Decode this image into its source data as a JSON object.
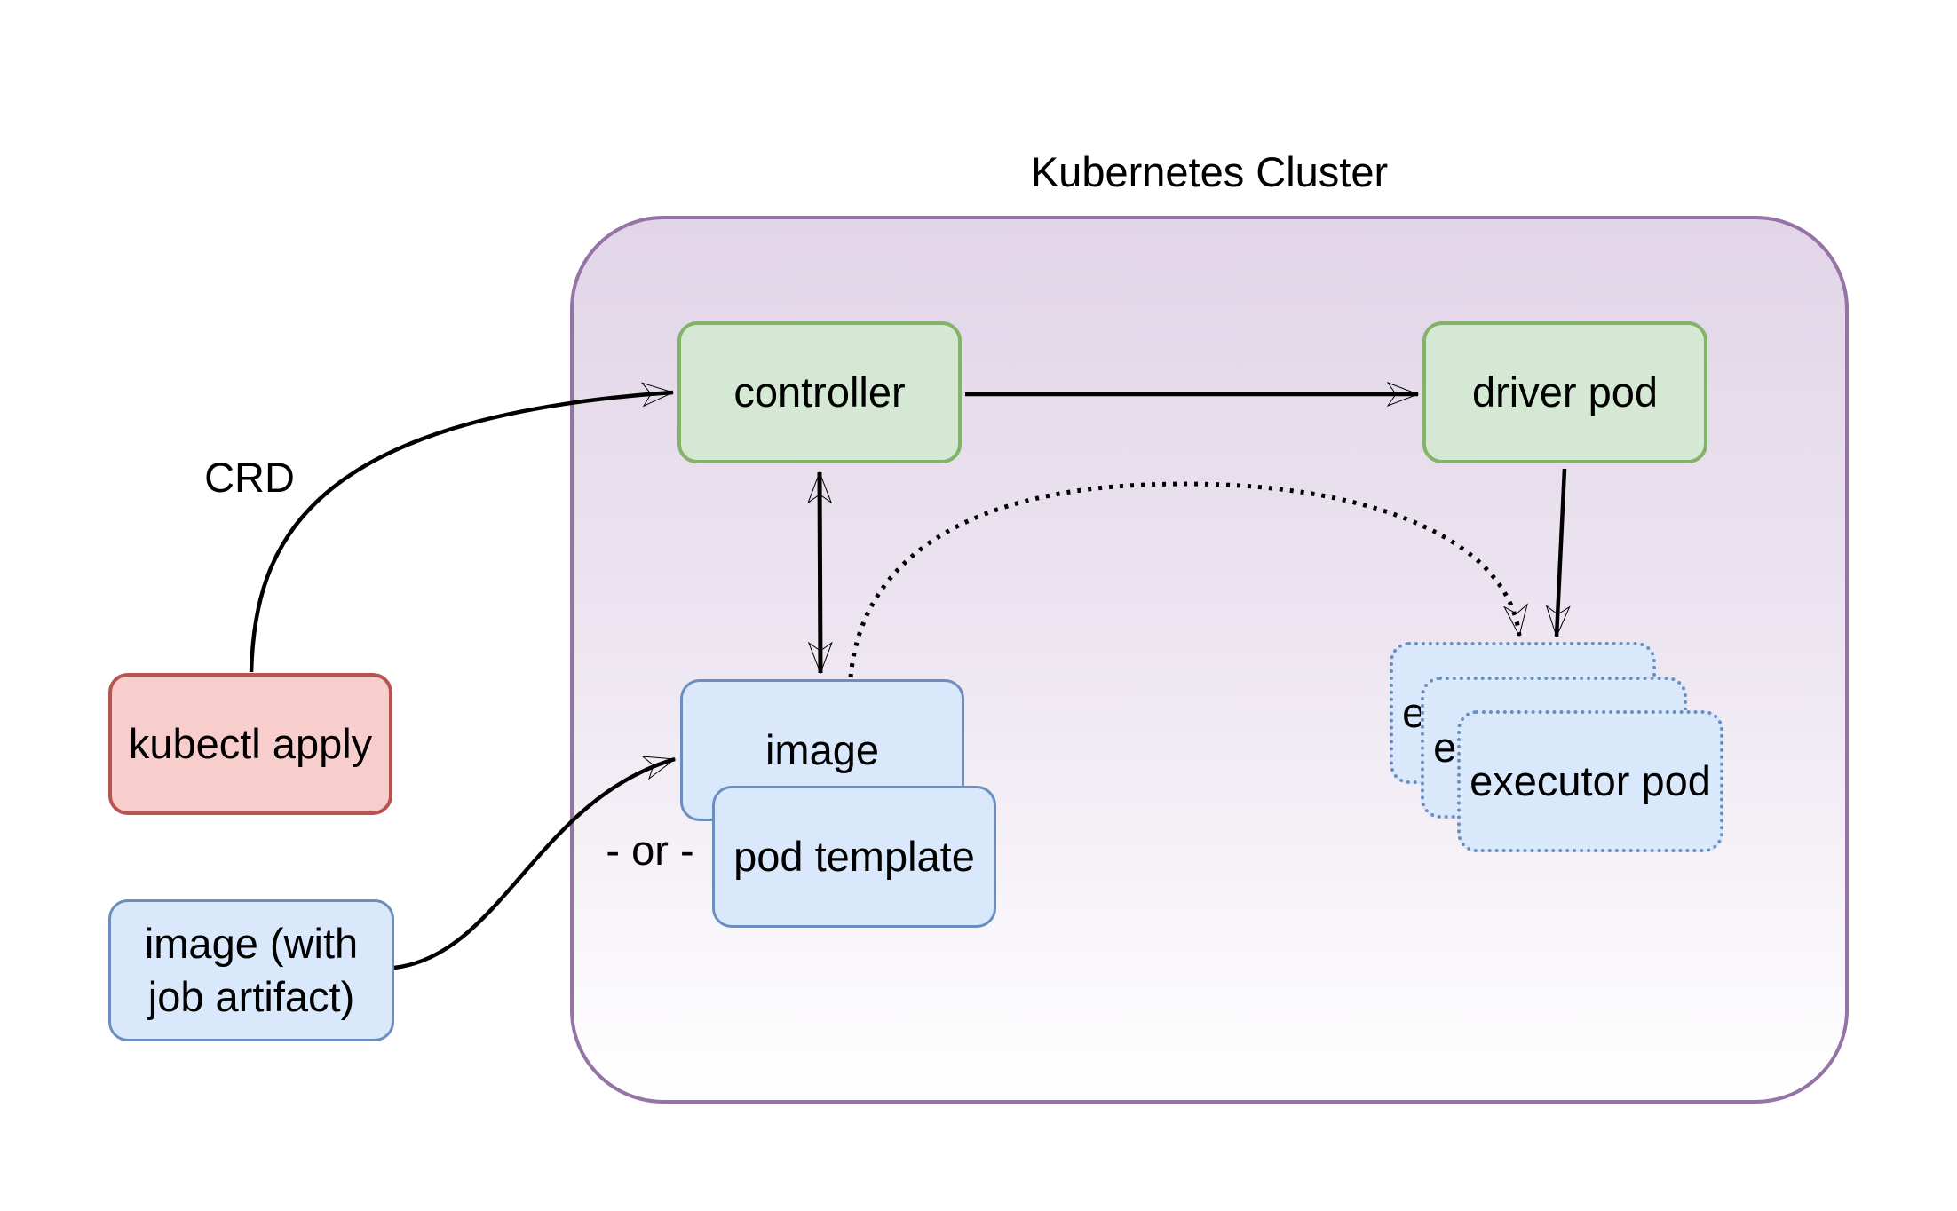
{
  "title": "Kubernetes Cluster",
  "annotations": {
    "crd": "CRD",
    "or": "- or -"
  },
  "nodes": {
    "controller": {
      "label": "controller"
    },
    "driver_pod": {
      "label": "driver pod"
    },
    "image": {
      "label": "image"
    },
    "pod_template": {
      "label": "pod template"
    },
    "kubectl_apply": {
      "label": "kubectl apply"
    },
    "image_with_job_artifact": {
      "line1": "image (with",
      "line2": "job artifact)"
    },
    "executor_pods": [
      {
        "label": "executor pod"
      },
      {
        "label": "executor pod"
      },
      {
        "label": "executor pod"
      }
    ]
  },
  "edges": [
    {
      "from": "kubectl_apply",
      "to": "controller",
      "style": "solid-curve",
      "label": "CRD"
    },
    {
      "from": "controller",
      "to": "driver_pod",
      "style": "solid"
    },
    {
      "from": "controller",
      "to": "image",
      "style": "solid-double-arrow"
    },
    {
      "from": "image",
      "to": "executor_pods",
      "style": "dotted-curve"
    },
    {
      "from": "driver_pod",
      "to": "executor_pods",
      "style": "solid"
    },
    {
      "from": "image_with_job_artifact",
      "to": "image",
      "style": "solid-curve"
    }
  ],
  "colors": {
    "cluster_border": "#9673a6",
    "cluster_fill_top": "#e1d5e7",
    "cluster_fill_bottom": "#ffffff",
    "green_fill": "#d5e8d4",
    "green_border": "#82b366",
    "blue_fill": "#dae8fc",
    "blue_border": "#6c8ebf",
    "red_fill": "#f8cecc",
    "red_border": "#b85450",
    "arrow": "#000000",
    "text": "#000000"
  }
}
